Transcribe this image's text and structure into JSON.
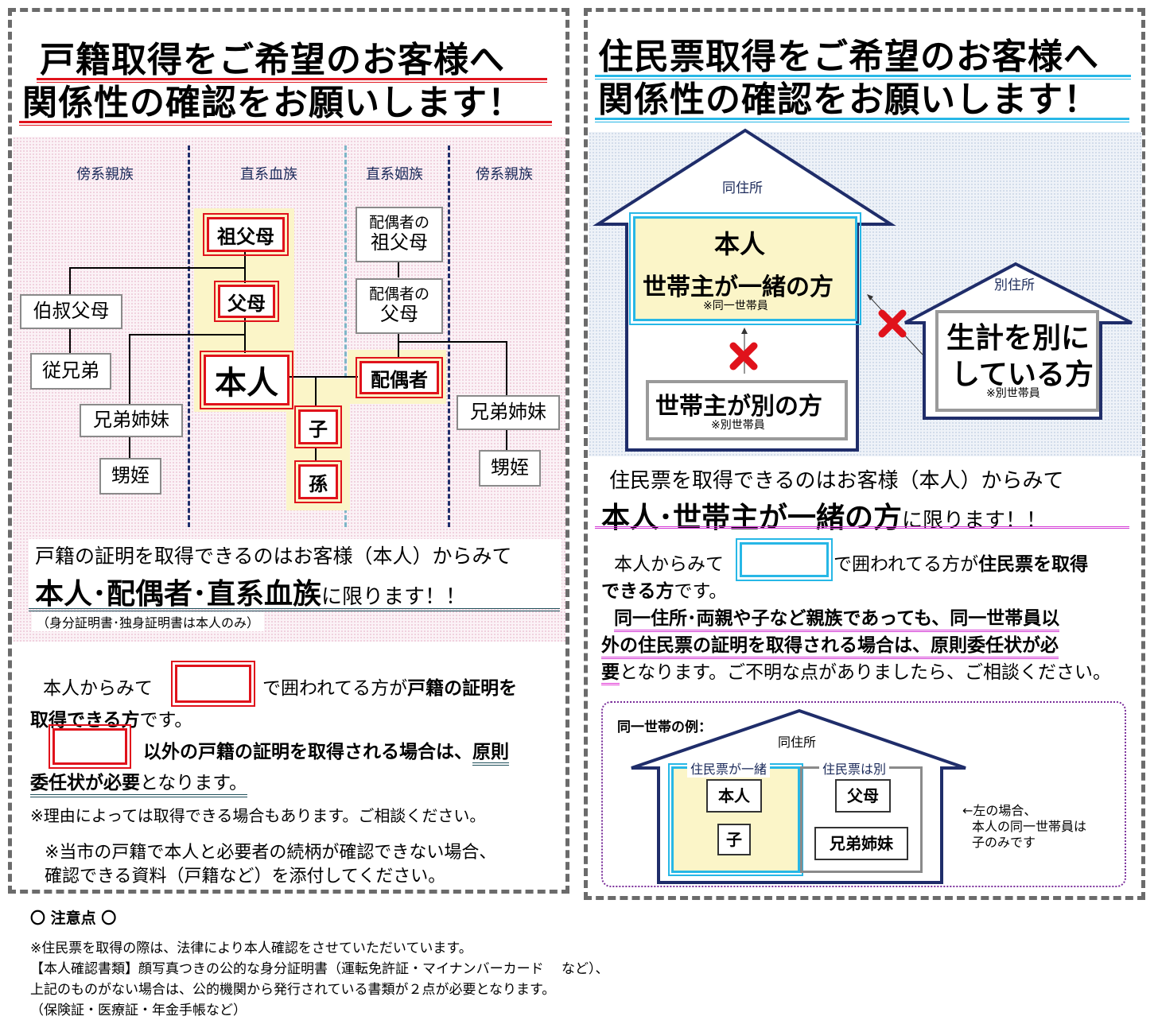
{
  "left": {
    "title1": "戸籍取得をご希望のお客様へ",
    "title2": "関係性の確認をお願いします！",
    "columns": [
      "傍系親族",
      "直系血族",
      "直系姻族",
      "傍系親族"
    ],
    "boxes": {
      "grandparents": "祖父母",
      "parents": "父母",
      "self": "本人",
      "spouse": "配偶者",
      "child": "子",
      "grandchild": "孫",
      "uncle_aunt": "伯叔父母",
      "cousin": "従兄弟",
      "siblings_left": "兄弟姉妹",
      "nephew_left": "甥姪",
      "spouse_of": "配偶者の",
      "spouse_grandparents": "祖父母",
      "spouse_parents": "父母",
      "siblings_right": "兄弟姉妹",
      "nephew_right": "甥姪"
    },
    "statement1": "戸籍の証明を取得できるのはお客様（本人）からみて",
    "statement2_bold": "本人･配偶者･直系血族",
    "statement2_rest": "に限ります！！",
    "statement_note": "（身分証明書･独身証明書は本人のみ）",
    "exp1a": "本人からみて",
    "exp1b": "で囲われてる方が",
    "exp1c": "戸籍の証明を",
    "exp2a": "取得できる方",
    "exp2b": "です。",
    "exp3": "以外の戸籍の証明を取得される場合は、",
    "exp3b": "原則",
    "exp4a": "委任状が必要",
    "exp4b": "となります。",
    "note1": "※理由によっては取得できる場合もあります。ご相談ください。",
    "note2": "※当市の戸籍で本人と必要者の続柄が確認できない場合、",
    "note3": "確認できる資料（戸籍など）を添付してください。"
  },
  "right": {
    "title1": "住民票取得をご希望のお客様へ",
    "title2": "関係性の確認をお願いします！",
    "same_address": "同住所",
    "other_address": "別住所",
    "self": "本人",
    "same_head": "世帯主が一緒の方",
    "same_household_note": "※同一世帯員",
    "diff_head": "世帯主が別の方",
    "diff_household_note": "※別世帯員",
    "separate1": "生計を別に",
    "separate2": "している方",
    "statement1": "住民票を取得できるのはお客様（本人）からみて",
    "statement2_bold": "本人･世帯主が一緒の方",
    "statement2_rest": "に限ります！！",
    "exp1a": "本人からみて",
    "exp1b": "で囲われてる方が",
    "exp1c": "住民票を取得",
    "exp2a": "できる方",
    "exp2b": "です。",
    "exp3": "同一住所･両親や子など親族であっても、同一世帯員以",
    "exp4": "外の住民票の証明を取得される場合は、原則委任状が必",
    "exp5a": "要",
    "exp5b": "となります。ご不明な点がありましたら、ご相談ください。",
    "example_title": "同一世帯の例：",
    "example_same_address": "同住所",
    "example_same": "住民票が一緒",
    "example_diff": "住民票は別",
    "example_self": "本人",
    "example_child": "子",
    "example_parents": "父母",
    "example_siblings": "兄弟姉妹",
    "example_note1": "←左の場合、",
    "example_note2": "本人の同一世帯員は",
    "example_note3": "子のみです"
  },
  "notes": {
    "heading": "〇 注意点 〇",
    "line1": "※住民票を取得の際は、法律により本人確認をさせていただいています。",
    "line2": "【本人確認書類】顔写真つきの公的な身分証明書（運転免許証・マイナンバーカード　 など）、",
    "line3": "上記のものがない場合は、公的機関から発行されている書類が２点が必要となります。",
    "line4": "（保険証・医療証・年金手帳など）"
  },
  "colors": {
    "red": "#e0121b",
    "navy": "#1f2d6a",
    "cyan": "#27b7e6",
    "magenta": "#d43ad6",
    "yellow": "#fbf5c8"
  }
}
